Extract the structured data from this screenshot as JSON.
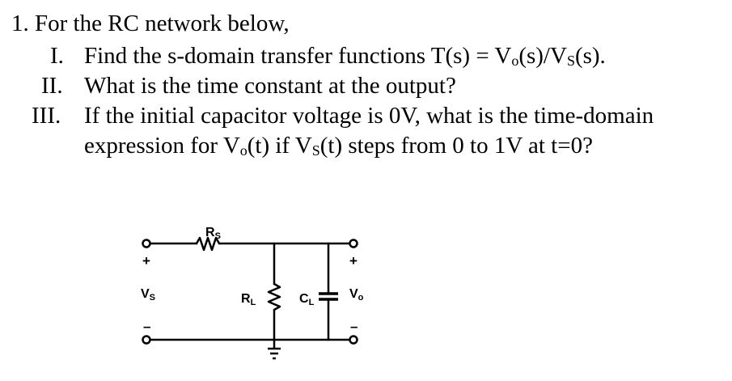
{
  "question": {
    "heading": "1. For the RC network below,",
    "items": [
      {
        "numeral": "I.",
        "parts": [
          "Find the s-domain transfer functions T(s) = V",
          "o",
          "(s)/V",
          "S",
          "(s)."
        ]
      },
      {
        "numeral": "II.",
        "parts": [
          "What is the time constant at the output?"
        ]
      },
      {
        "numeral": "III.",
        "parts": [
          "If the initial capacitor voltage is 0V, what is the time-domain"
        ]
      },
      {
        "numeral": "",
        "parts": [
          "expression for V",
          "o",
          "(t) if V",
          "S",
          "(t) steps from 0 to 1V at t=0?"
        ]
      }
    ]
  },
  "circuit": {
    "rs": {
      "base": "R",
      "sub": "S"
    },
    "rl": {
      "base": "R",
      "sub": "L"
    },
    "cl": {
      "base": "C",
      "sub": "L"
    },
    "vs": {
      "base": "V",
      "sub": "S"
    },
    "vo": {
      "base": "V",
      "sub": "o"
    },
    "plus": "+",
    "minus": "–"
  }
}
